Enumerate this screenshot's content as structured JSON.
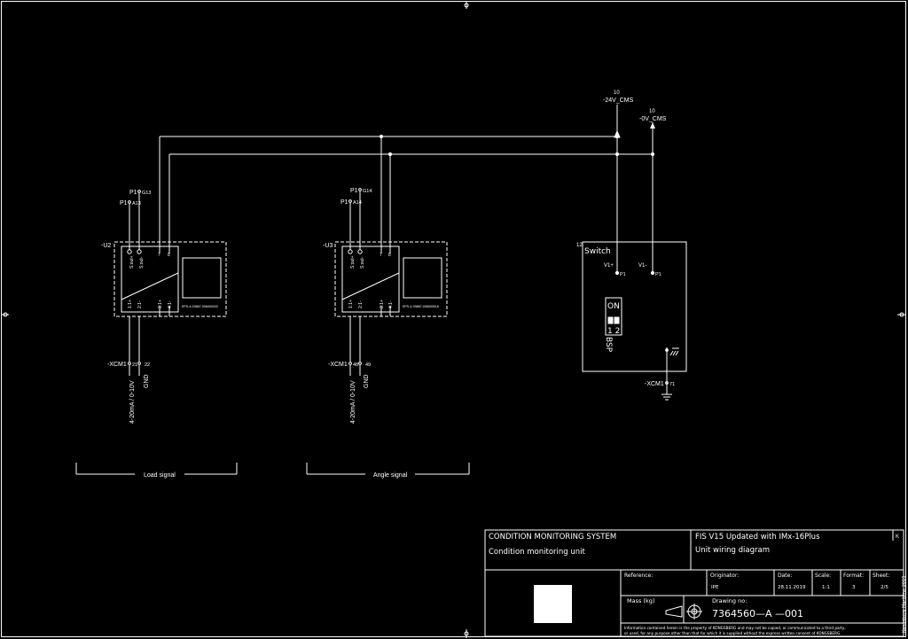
{
  "supplies": {
    "pos": {
      "sheet": "10",
      "name": "-24V_CMS"
    },
    "neg": {
      "sheet": "10",
      "name": "-0V_CMS"
    }
  },
  "modules": [
    {
      "tag": "-U2",
      "plug_top": "P1",
      "pin_top": "G13",
      "plug_bottom": "P1",
      "pin_bottom": "A13",
      "terminal_tag": "-XCM1",
      "term_a": "21",
      "term_b": "22",
      "signal_a": "4-20mA / 0-10V",
      "signal_b": "GND",
      "group_label": "Load signal",
      "model": "EPS-4-03867-006000033"
    },
    {
      "tag": "-U3",
      "plug_top": "P1",
      "pin_top": "G14",
      "plug_bottom": "P1",
      "pin_bottom": "A14",
      "terminal_tag": "-XCM1",
      "term_a": "48",
      "term_b": "49",
      "signal_a": "4-20mA / 0-10V",
      "signal_b": "GND",
      "group_label": "Angle signal",
      "model": "EPS-4-03867-006000018"
    }
  ],
  "module_pins": {
    "top": [
      "S:out+",
      "S:out-",
      "7",
      "8"
    ],
    "bottom": [
      "1:1+",
      "2:1-",
      "3:1+",
      "4:1-"
    ]
  },
  "switch_box": {
    "index": "12",
    "title": "Switch",
    "pin_a_label": "V1+",
    "pin_a_plug": "P1",
    "pin_b_label": "V1-",
    "pin_b_plug": "P1",
    "dip_on": "ON",
    "dip_numbers": "1 2",
    "dip_label": "BSP",
    "terminal_tag": "-XCM1",
    "terminal_no": "71"
  },
  "title_block": {
    "system": "CONDITION MONITORING SYSTEM",
    "unit": "Condition monitoring unit",
    "project": "FIS V15 Updated with IMx-16Plus",
    "description": "Unit wiring diagram",
    "corner_mark": "K",
    "reference_label": "Reference:",
    "originator_label": "Originator:",
    "originator": "IPE",
    "date_label": "Date:",
    "date": "28.11.2019",
    "scale_label": "Scale:",
    "scale": "1:1",
    "format_label": "Format:",
    "format": "3",
    "sheet_label": "Sheet:",
    "sheet": "2/5",
    "mass_label": "Mass (kg)",
    "drawing_no_label": "Drawing no:",
    "drawing_no": "7364560—A  —001",
    "notice_line1": "Information contained herein is the property of KONGSBERG and may not be copied, or communicated to a third party,",
    "notice_line2": "or used, for any purpose other than that for which it is supplied without the express written consent of  KONGSBERG.",
    "side_text": "Kongsberg Maritime 2019"
  }
}
